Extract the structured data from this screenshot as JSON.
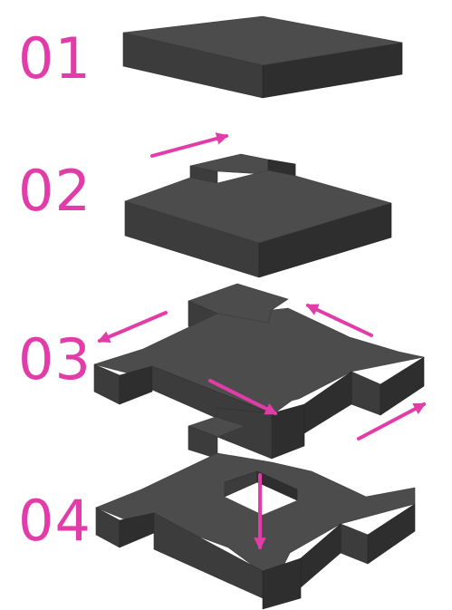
{
  "colors": {
    "accent": "#e23ca9",
    "block_top": "#4c4c4c",
    "block_left": "#3c3c3c",
    "block_right": "#2e2e2e"
  },
  "steps": [
    {
      "label": "01"
    },
    {
      "label": "02"
    },
    {
      "label": "03"
    },
    {
      "label": "04"
    }
  ],
  "icons": {
    "arrow": "arrow-icon"
  }
}
